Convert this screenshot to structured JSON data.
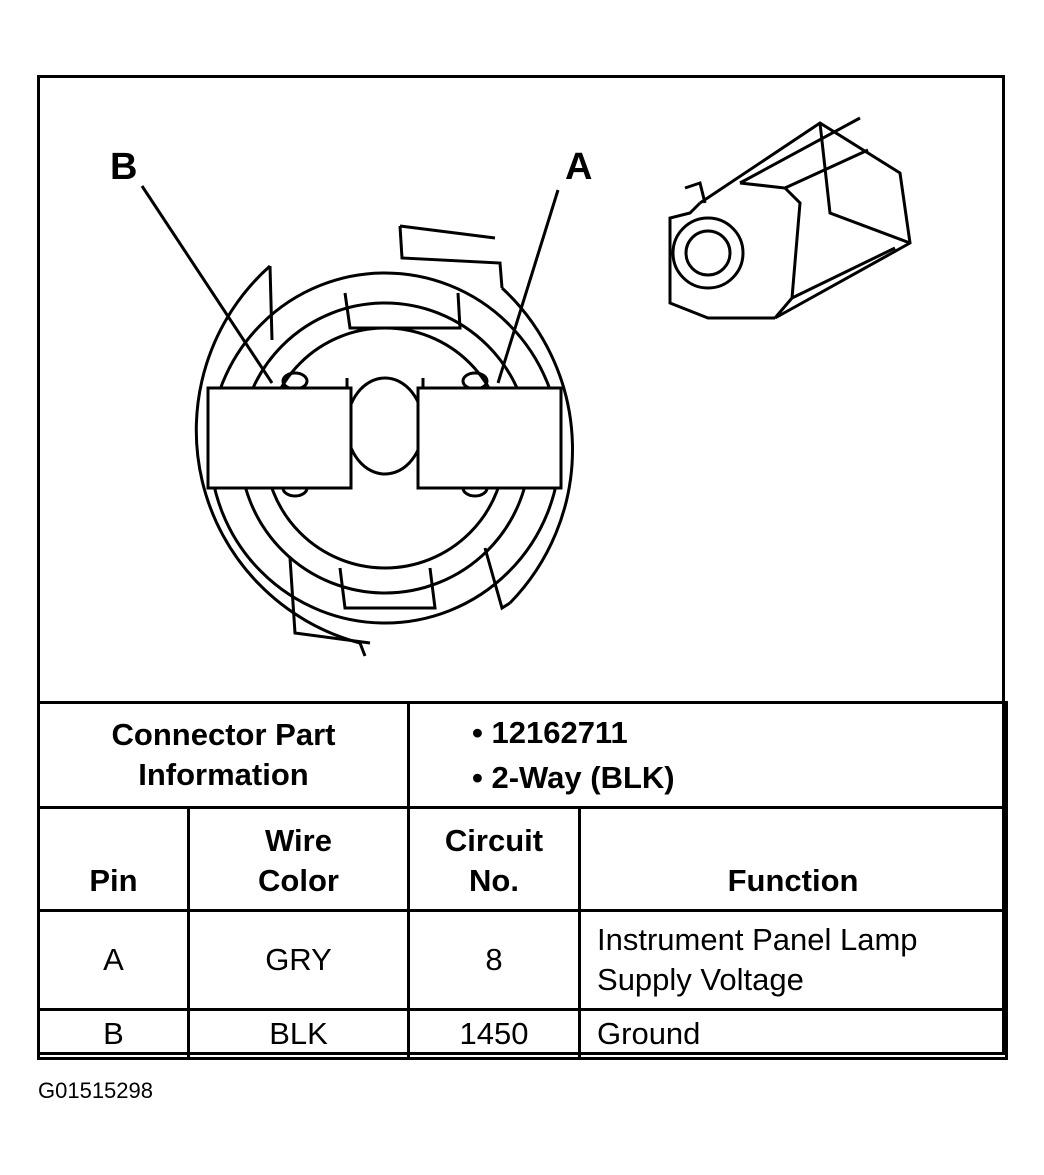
{
  "diagram": {
    "pin_labels": [
      "B",
      "A"
    ]
  },
  "connector": {
    "title": "Connector Part Information",
    "title_line1": "Connector Part",
    "title_line2": "Information",
    "info_items": [
      "12162711",
      "2-Way (BLK)"
    ]
  },
  "table": {
    "headers": {
      "pin": "Pin",
      "wire_color_line1": "Wire",
      "wire_color_line2": "Color",
      "circuit_line1": "Circuit",
      "circuit_line2": "No.",
      "function": "Function"
    },
    "rows": [
      {
        "pin": "A",
        "wire_color": "GRY",
        "circuit": "8",
        "function_line1": "Instrument Panel Lamp",
        "function_line2": "Supply Voltage"
      },
      {
        "pin": "B",
        "wire_color": "BLK",
        "circuit": "1450",
        "function_line1": "Ground",
        "function_line2": ""
      }
    ]
  },
  "figure_code": "G01515298"
}
